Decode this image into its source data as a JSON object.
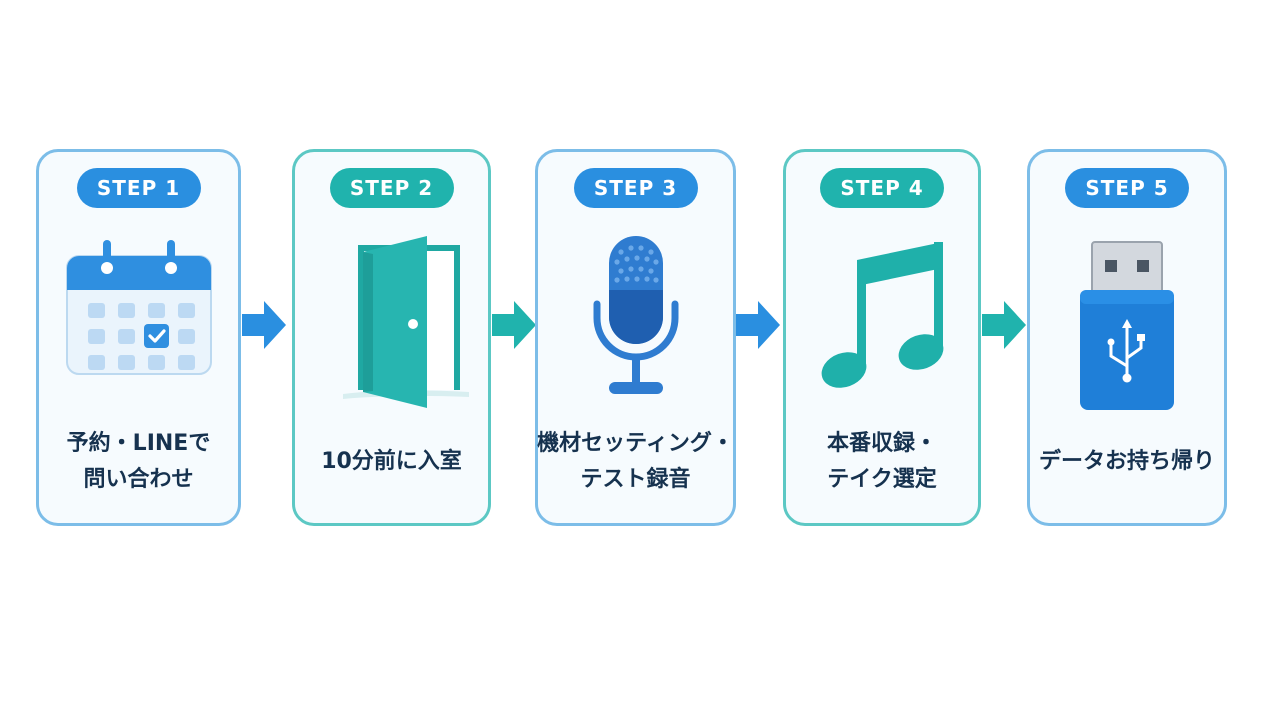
{
  "steps": [
    {
      "badge": "STEP 1",
      "lines": [
        "予約・LINEで",
        "問い合わせ"
      ],
      "icon": "calendar-check-icon",
      "accent": "#2a8fe0"
    },
    {
      "badge": "STEP 2",
      "lines": [
        "10分前に入室"
      ],
      "icon": "open-door-icon",
      "accent": "#20b3ad"
    },
    {
      "badge": "STEP 3",
      "lines": [
        "機材セッティング・",
        "テスト録音"
      ],
      "icon": "microphone-icon",
      "accent": "#2a8fe0"
    },
    {
      "badge": "STEP 4",
      "lines": [
        "本番収録・",
        "テイク選定"
      ],
      "icon": "music-note-icon",
      "accent": "#20b3ad"
    },
    {
      "badge": "STEP 5",
      "lines": [
        "データお持ち帰り"
      ],
      "icon": "usb-drive-icon",
      "accent": "#2a8fe0"
    }
  ],
  "colors": {
    "blue": "#2a8fe0",
    "teal": "#20b3ad",
    "text": "#16324f",
    "card_border_blue": "#7cbde8",
    "card_border_teal": "#5cc8c4"
  }
}
